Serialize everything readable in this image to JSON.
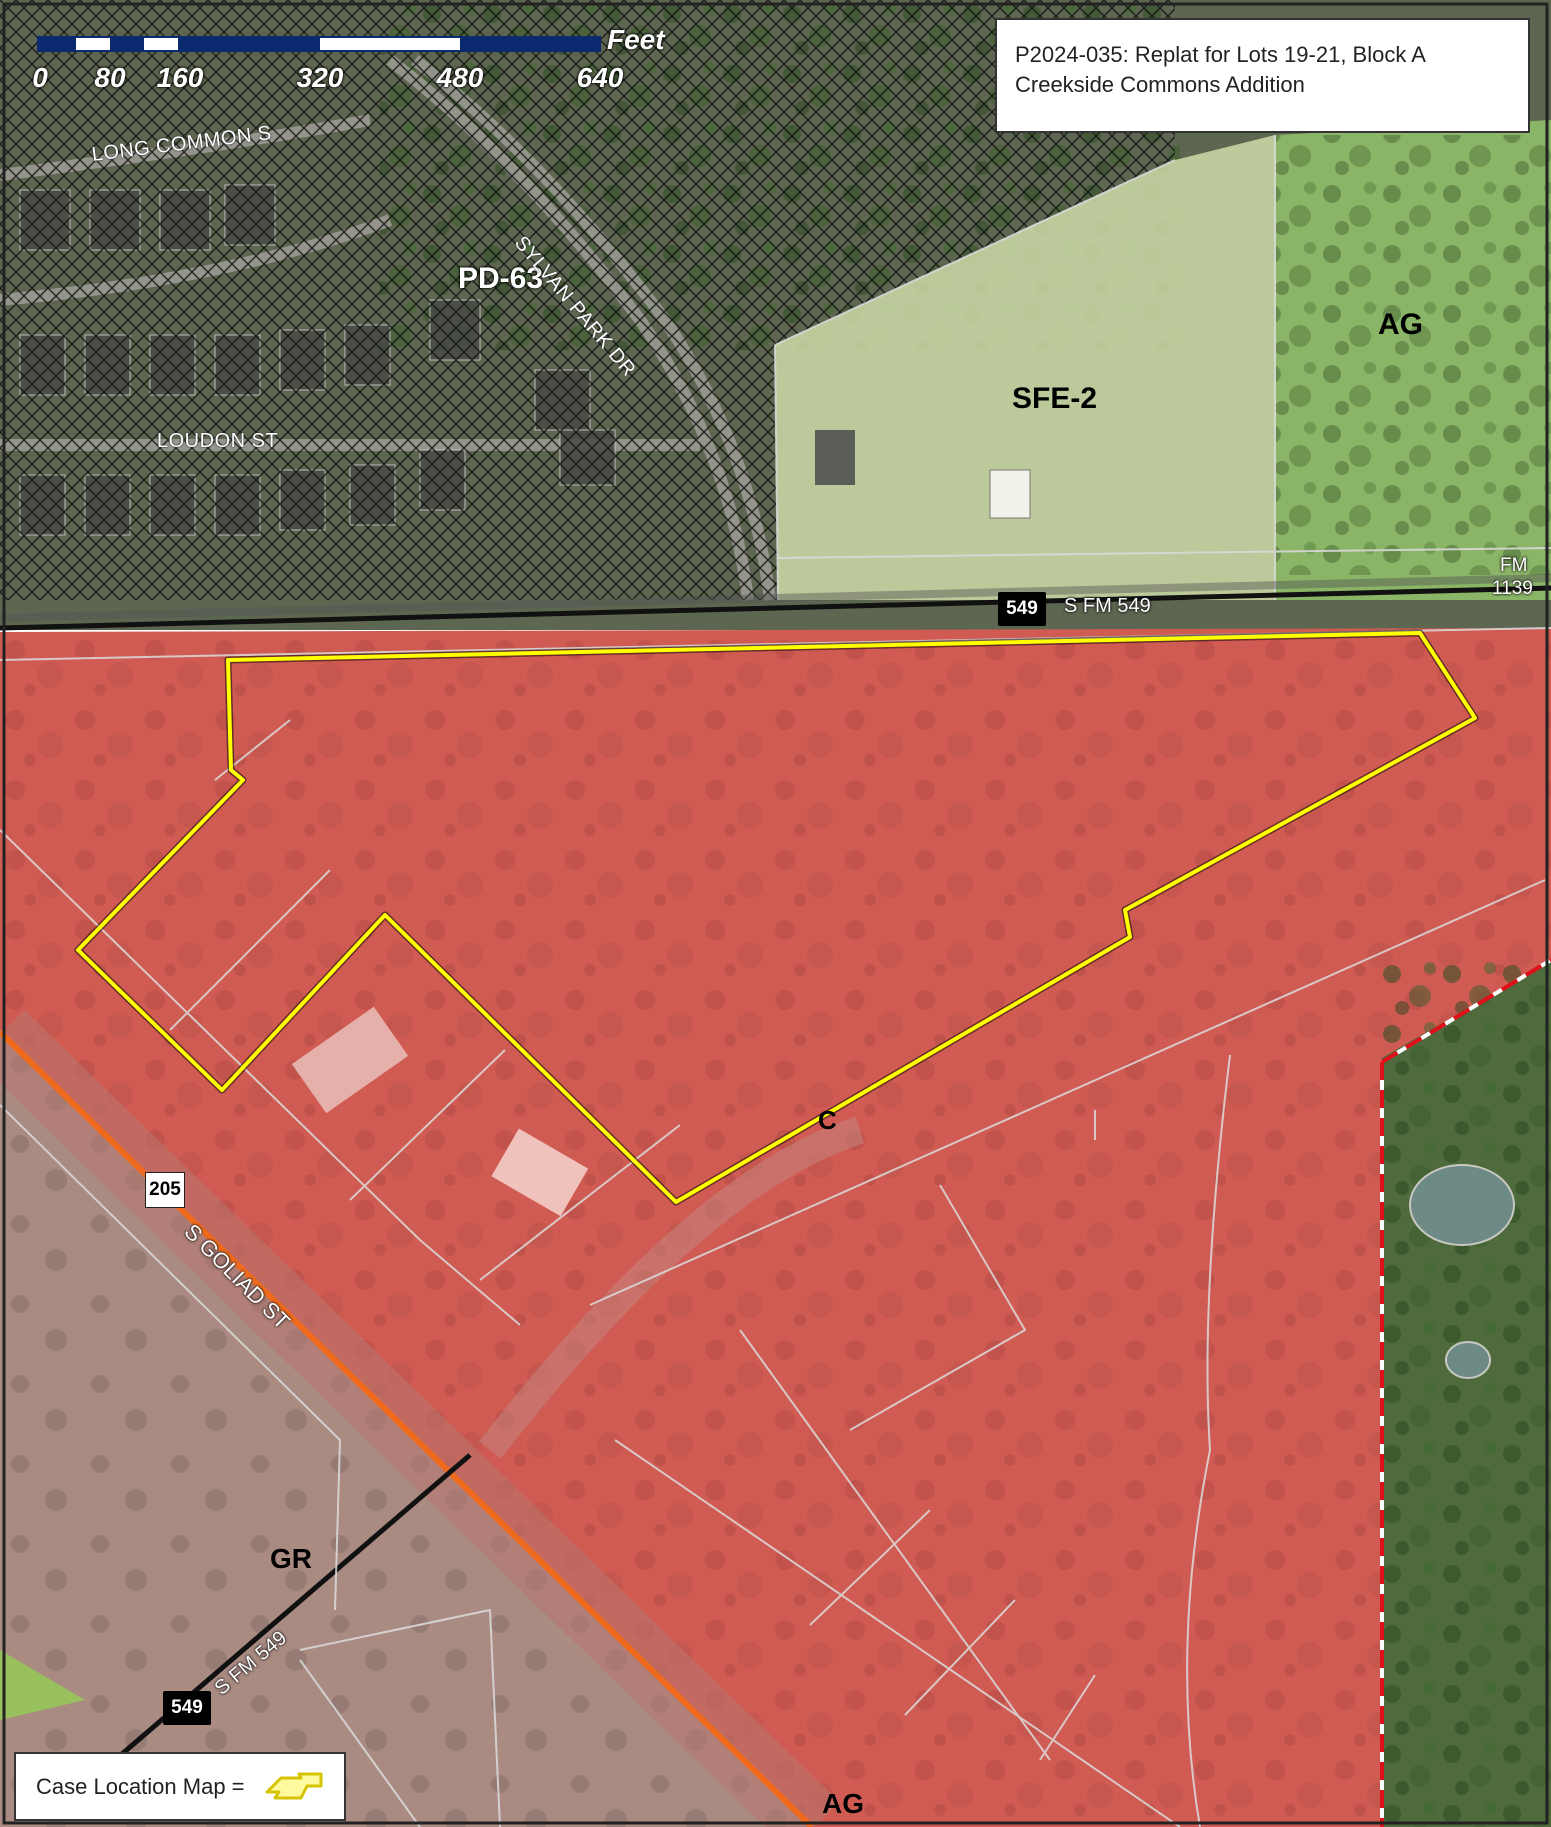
{
  "case": {
    "title_line1": "P2024-035: Replat for Lots 19-21, Block A",
    "title_line2": "Creekside Commons Addition"
  },
  "legend": {
    "label": "Case Location Map ="
  },
  "scale_bar": {
    "unit": "Feet",
    "ticks": [
      "0",
      "80",
      "160",
      "320",
      "480",
      "640"
    ]
  },
  "zoning": {
    "pd63": "PD-63",
    "sfe2": "SFE-2",
    "ag_north": "AG",
    "c": "C",
    "gr": "GR",
    "ag_south": "AG"
  },
  "streets": {
    "long_commons": "LONG COMMON S",
    "sylvan_park": "SYLVAN PARK DR",
    "loudon": "LOUDON ST",
    "sfm549_north": "S FM 549",
    "fm1139_top": "FM",
    "fm1139_bottom": "1139",
    "goliad": "S GOLIAD ST",
    "sfm549_south": "S FM 549"
  },
  "shields": {
    "fm549_north": "549",
    "sh205": "205",
    "fm549_south": "549"
  },
  "colors": {
    "commercial_zone": "#d2605a",
    "case_outline": "#ffff00",
    "pd_hatch": "#1a1a1a",
    "sfe2_zone": "#c7d9a6",
    "ag_zone": "#8fbf6a",
    "gr_zone": "#a88a80",
    "scale_dark": "#0b2a6f",
    "goliad_line": "#ef6a1c",
    "city_limit": "#e0101a"
  },
  "icons": {
    "legend": "case-outline-icon"
  }
}
